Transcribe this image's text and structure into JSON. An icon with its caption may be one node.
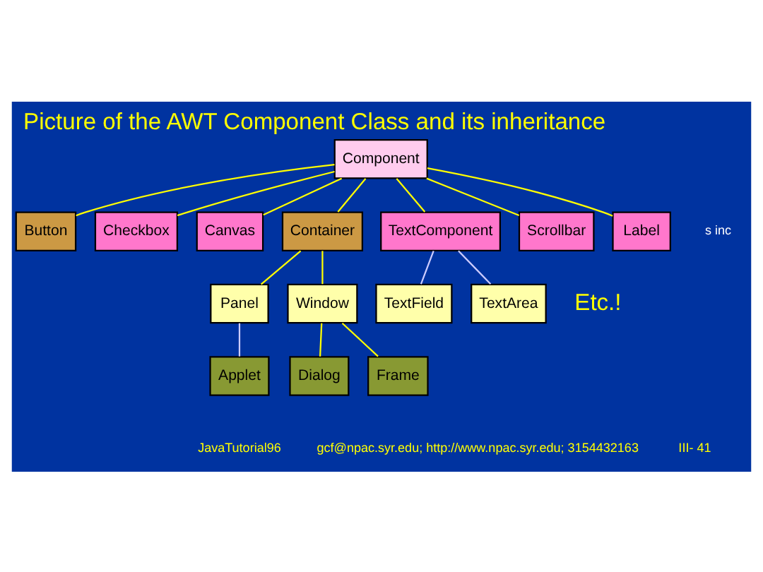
{
  "diagram": {
    "title": "Picture of the AWT Component Class and its inheritance",
    "nodes": [
      {
        "text": [
          "Component"
        ]
      },
      {
        "text": [
          "Button"
        ]
      },
      {
        "text": [
          "Checkbox"
        ]
      },
      {
        "text": [
          "Canvas"
        ]
      },
      {
        "text": [
          "Container"
        ]
      },
      {
        "text": [
          "TextComponent"
        ]
      },
      {
        "text": [
          "Panel"
        ]
      },
      {
        "text": [
          "Window"
        ]
      },
      {
        "text": [
          "TextField"
        ]
      },
      {
        "text": [
          "TextArea"
        ]
      },
      {
        "text": [
          "Applet"
        ]
      },
      {
        "text": [
          "Scrollbar"
        ]
      },
      {
        "text": [
          "Dialog"
        ]
      },
      {
        "text": [
          "Frame"
        ]
      },
      {
        "text": [
          "Label"
        ]
      }
    ],
    "edges": [
      {
        "from": 0,
        "to": 1,
        "arrow": "none"
      },
      {
        "from": 0,
        "to": 2,
        "arrow": "none"
      },
      {
        "from": 0,
        "to": 3,
        "arrow": "none"
      },
      {
        "from": 0,
        "to": 4,
        "arrow": "none"
      },
      {
        "from": 0,
        "to": 5,
        "arrow": "none"
      },
      {
        "from": 0,
        "to": 11,
        "arrow": "none"
      },
      {
        "from": 0,
        "to": 14,
        "arrow": "none"
      },
      {
        "from": 5,
        "to": 8,
        "arrow": "none",
        "color": "#ccccff"
      },
      {
        "from": 5,
        "to": 9,
        "arrow": "none",
        "color": "#ccccff"
      },
      {
        "from": 4,
        "to": 6,
        "arrow": "none"
      },
      {
        "from": 4,
        "to": 7,
        "arrow": "none"
      },
      {
        "from": 6,
        "to": 10,
        "arrow": "none",
        "color": "#ccccff"
      },
      {
        "from": 7,
        "to": 12,
        "arrow": "none"
      },
      {
        "from": 7,
        "to": 13,
        "arrow": "none"
      }
    ],
    "labels": [
      "s inc",
      "Etc.!",
      "JavaTutorial96",
      "gcf@npac.syr.edu; http://www.npac.syr.edu; 3154432163",
      "III- 41"
    ]
  }
}
